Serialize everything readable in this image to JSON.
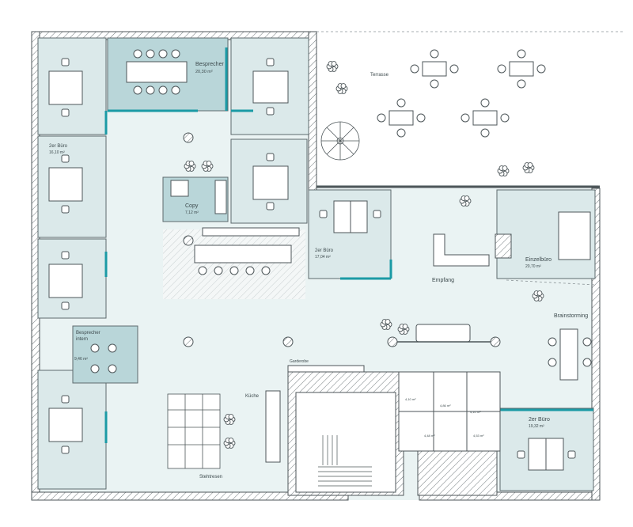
{
  "labels": {
    "besprecher": "Besprecher",
    "besprecher_area": "20,30 m²",
    "terrasse": "Terrasse",
    "buero_left": "2er Büro",
    "buero_left_area": "16,10 m²",
    "copy": "Copy",
    "copy_area": "7,12 m²",
    "buero_mid": "2er Büro",
    "buero_mid_area": "17,04 m²",
    "empfang": "Empfang",
    "einzelbuero": "Einzelbüro",
    "einzelbuero_area": "20,70 m²",
    "brainstorming": "Brainstorming",
    "besprecher_intern_1": "Besprecher",
    "besprecher_intern_2": "intern",
    "besprecher_intern_area": "9,46 m²",
    "garderobe": "Garderobe",
    "kueche": "Küche",
    "stehtresen": "Stehtresen",
    "buero_right": "2er Büro",
    "buero_right_area": "19,32 m²",
    "wc1": "4,10 m²",
    "wc2": "4,86 m²",
    "wc3": "4,10 m²",
    "wc4": "4,48 m²",
    "wc5": "4,53 m²"
  },
  "colors": {
    "floor": "#eaf3f3",
    "room": "#dbe9ea",
    "room_dark": "#b9d6d9",
    "accent": "#1b9aa5",
    "wall": "#4d5659"
  },
  "icons": [
    "plant-icon",
    "chair-icon",
    "spiral-stair-icon",
    "column-icon",
    "sofa-icon",
    "door-swing-icon"
  ]
}
